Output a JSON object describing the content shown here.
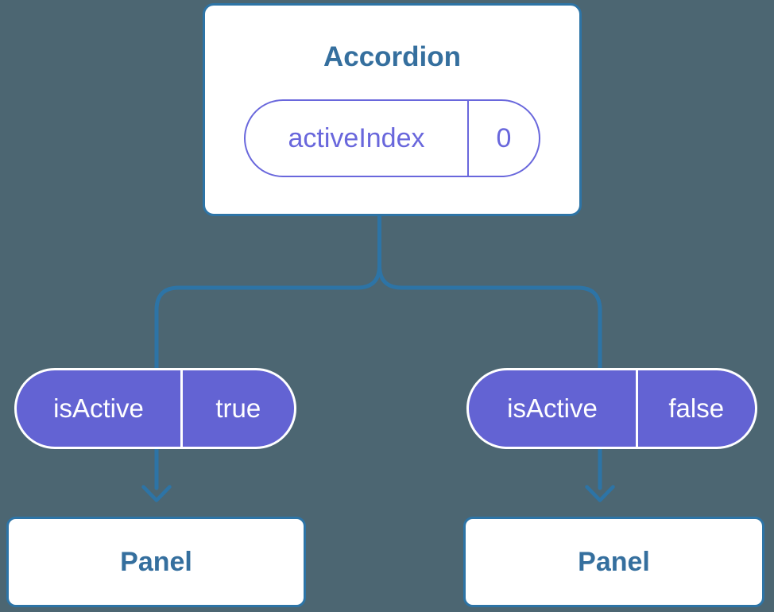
{
  "colors": {
    "background": "#4C6672",
    "connector": "#2D74A6",
    "node_text": "#356F9E",
    "node_background": "#FFFFFF",
    "prop_fill": "#6363D3",
    "prop_text": "#FFFFFF",
    "state_accent": "#6967DC"
  },
  "root_node": {
    "title": "Accordion",
    "state_pill": {
      "name": "activeIndex",
      "value": "0"
    }
  },
  "prop_pills": [
    {
      "name": "isActive",
      "value": "true"
    },
    {
      "name": "isActive",
      "value": "false"
    }
  ],
  "child_nodes": [
    {
      "title": "Panel"
    },
    {
      "title": "Panel"
    }
  ]
}
